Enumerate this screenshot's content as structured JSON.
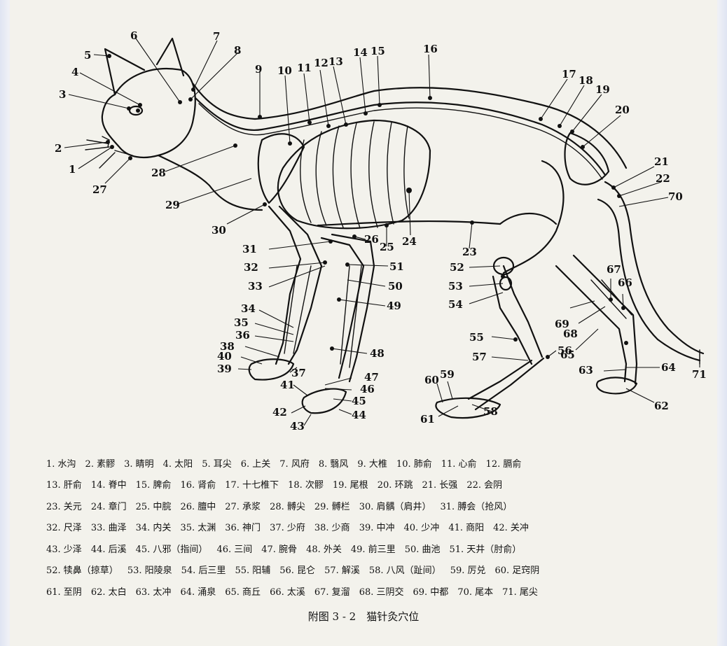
{
  "labels": [
    "1",
    "2",
    "3",
    "4",
    "5",
    "6",
    "7",
    "8",
    "9",
    "10",
    "11",
    "12",
    "13",
    "14",
    "15",
    "16",
    "17",
    "18",
    "19",
    "20",
    "21",
    "22",
    "23",
    "24",
    "25",
    "26",
    "27",
    "28",
    "29",
    "30",
    "31",
    "32",
    "33",
    "34",
    "35",
    "36",
    "37",
    "38",
    "39",
    "40",
    "41",
    "42",
    "43",
    "44",
    "45",
    "46",
    "47",
    "48",
    "49",
    "50",
    "51",
    "52",
    "53",
    "54",
    "55",
    "56",
    "57",
    "58",
    "59",
    "60",
    "61",
    "62",
    "63",
    "64",
    "65",
    "66",
    "67",
    "68",
    "69",
    "70",
    "71"
  ],
  "legend_rows": [
    [
      "1. 水沟",
      "2. 素髎",
      "3. 睛明",
      "4. 太阳",
      "5. 耳尖",
      "6. 上关",
      "7. 风府",
      "8. 翳风",
      "9. 大椎",
      "10. 肺俞",
      "11. 心俞",
      "12. 膈俞"
    ],
    [
      "13. 肝俞",
      "14. 脊中",
      "15. 脾俞",
      "16. 肾俞",
      "17. 十七椎下",
      "18. 次髎",
      "19. 尾根",
      "20. 环跳",
      "21. 长强",
      "22. 会阴"
    ],
    [
      "23. 关元",
      "24. 章门",
      "25. 中脘",
      "26. 膻中",
      "27. 承浆",
      "28. 髆尖",
      "29. 髆栏",
      "30. 肩髃（肩井）",
      "31. 膊会（抢风）"
    ],
    [
      "32. 尺泽",
      "33. 曲泽",
      "34. 内关",
      "35. 太渊",
      "36. 神门",
      "37. 少府",
      "38. 少商",
      "39. 中冲",
      "40. 少冲",
      "41. 商阳",
      "42. 关冲"
    ],
    [
      "43. 少泽",
      "44. 后溪",
      "45. 八邪（指间）",
      "46. 三间",
      "47. 腕骨",
      "48. 外关",
      "49. 前三里",
      "50. 曲池",
      "51. 天井（肘俞）"
    ],
    [
      "52. 犊鼻（掠草）",
      "53. 阳陵泉",
      "54. 后三里",
      "55. 阳辅",
      "56. 昆仑",
      "57. 解溪",
      "58. 八风（趾间）",
      "59. 厉兑",
      "60. 足窍阴"
    ],
    [
      "61. 至阴",
      "62. 太白",
      "63. 太冲",
      "64. 涌泉",
      "65. 商丘",
      "66. 太溪",
      "67. 复溜",
      "68. 三阴交",
      "69. 中都",
      "70. 尾本",
      "71. 尾尖"
    ]
  ],
  "caption": "附图 3 - 2　猫针灸穴位"
}
